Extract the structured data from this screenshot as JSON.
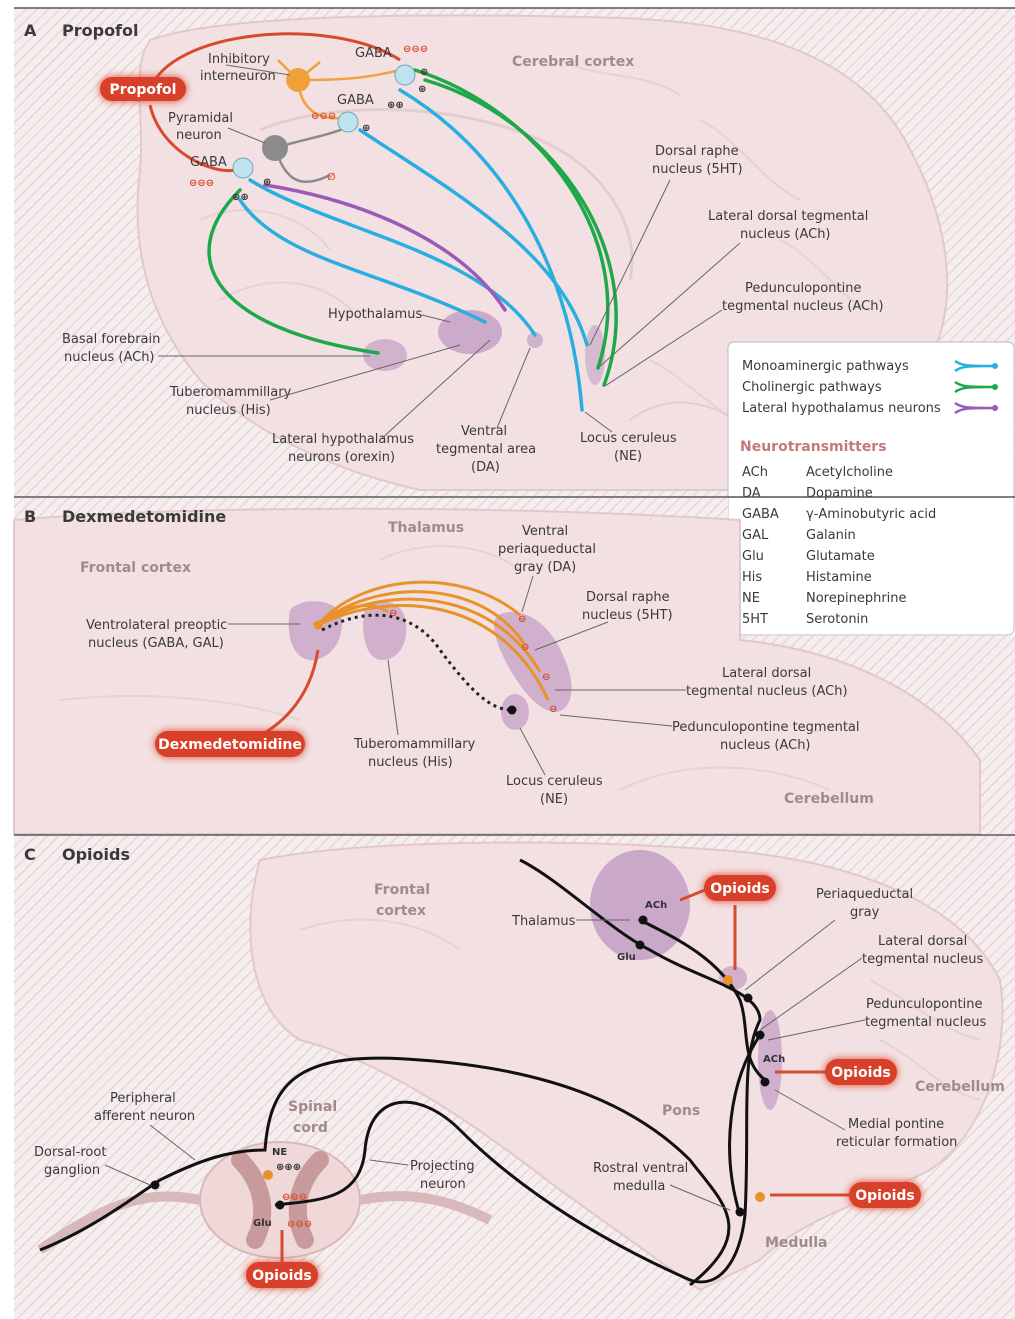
{
  "panel_a": {
    "letter": "A",
    "title": "Propofol",
    "drug": "Propofol",
    "regions": {
      "cortex": "Cerebral cortex"
    },
    "gaba": [
      "GABA",
      "GABA",
      "GABA"
    ],
    "minus3": "⊖⊖⊖",
    "plus": "⊕",
    "plus2": "⊕⊕",
    "blocked": "∅",
    "labels": {
      "inhibitory_1": "Inhibitory",
      "inhibitory_2": "interneuron",
      "pyramidal_1": "Pyramidal",
      "pyramidal_2": "neuron",
      "dorsal_raphe_1": "Dorsal raphe",
      "dorsal_raphe_2": "nucleus (5HT)",
      "ldt_1": "Lateral dorsal tegmental",
      "ldt_2": "nucleus (ACh)",
      "ppt_1": "Pedunculopontine",
      "ppt_2": "tegmental nucleus (ACh)",
      "hypothalamus": "Hypothalamus",
      "basal_1": "Basal forebrain",
      "basal_2": "nucleus (ACh)",
      "tmn_1": "Tuberomammillary",
      "tmn_2": "nucleus (His)",
      "lh_1": "Lateral hypothalamus",
      "lh_2": "neurons (orexin)",
      "vta_1": "Ventral",
      "vta_2": "tegmental area",
      "vta_3": "(DA)",
      "lc_1": "Locus ceruleus",
      "lc_2": "(NE)"
    }
  },
  "legend": {
    "pathways": [
      {
        "label": "Monoaminergic pathways",
        "color": "#2aaee0"
      },
      {
        "label": "Cholinergic pathways",
        "color": "#1fa84a"
      },
      {
        "label": "Lateral hypothalamus neurons",
        "color": "#9a5bb8"
      }
    ],
    "header": "Neurotransmitters",
    "abbreviations": [
      {
        "abbr": "ACh",
        "name": "Acetylcholine"
      },
      {
        "abbr": "DA",
        "name": "Dopamine"
      },
      {
        "abbr": "GABA",
        "name": "γ-Aminobutyric acid"
      },
      {
        "abbr": "GAL",
        "name": "Galanin"
      },
      {
        "abbr": "Glu",
        "name": "Glutamate"
      },
      {
        "abbr": "His",
        "name": "Histamine"
      },
      {
        "abbr": "NE",
        "name": "Norepinephrine"
      },
      {
        "abbr": "5HT",
        "name": "Serotonin"
      }
    ]
  },
  "panel_b": {
    "letter": "B",
    "title": "Dexmedetomidine",
    "drug": "Dexmedetomidine",
    "regions": {
      "thalamus": "Thalamus",
      "frontal": "Frontal cortex",
      "cerebellum": "Cerebellum"
    },
    "minus": "⊖",
    "labels": {
      "vlpo_1": "Ventrolateral preoptic",
      "vlpo_2": "nucleus (GABA, GAL)",
      "vpag_1": "Ventral",
      "vpag_2": "periaqueductal",
      "vpag_3": "gray (DA)",
      "dr_1": "Dorsal raphe",
      "dr_2": "nucleus (5HT)",
      "ldt_1": "Lateral dorsal",
      "ldt_2": "tegmental nucleus (ACh)",
      "ppt_1": "Pedunculopontine tegmental",
      "ppt_2": "nucleus (ACh)",
      "tmn_1": "Tuberomammillary",
      "tmn_2": "nucleus (His)",
      "lc_1": "Locus ceruleus",
      "lc_2": "(NE)"
    }
  },
  "panel_c": {
    "letter": "C",
    "title": "Opioids",
    "drug": "Opioids",
    "regions": {
      "frontal_1": "Frontal",
      "frontal_2": "cortex",
      "spinal_1": "Spinal",
      "spinal_2": "cord",
      "pons": "Pons",
      "cerebellum": "Cerebellum",
      "medulla": "Medulla"
    },
    "nt": {
      "ach": "ACh",
      "glu": "Glu",
      "ne": "NE"
    },
    "plus3": "⊕⊕⊕",
    "minus3": "⊖⊖⊖",
    "labels": {
      "thalamus": "Thalamus",
      "pag_1": "Periaqueductal",
      "pag_2": "gray",
      "ldt_1": "Lateral dorsal",
      "ldt_2": "tegmental nucleus",
      "ppt_1": "Pedunculopontine",
      "ppt_2": "tegmental nucleus",
      "mprf_1": "Medial pontine",
      "mprf_2": "reticular formation",
      "rvm_1": "Rostral ventral",
      "rvm_2": "medulla",
      "pan_1": "Peripheral",
      "pan_2": "afferent neuron",
      "drg_1": "Dorsal-root",
      "drg_2": "ganglion",
      "proj_1": "Projecting",
      "proj_2": "neuron"
    }
  }
}
